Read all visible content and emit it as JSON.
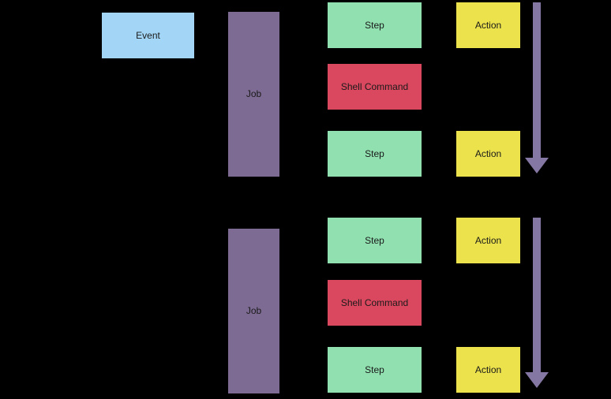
{
  "diagram": {
    "event": {
      "label": "Event"
    },
    "jobs": [
      {
        "label": "Job",
        "steps": [
          {
            "type": "step",
            "label": "Step",
            "action": {
              "label": "Action"
            }
          },
          {
            "type": "shell_command",
            "label": "Shell Command"
          },
          {
            "type": "step",
            "label": "Step",
            "action": {
              "label": "Action"
            }
          }
        ]
      },
      {
        "label": "Job",
        "steps": [
          {
            "type": "step",
            "label": "Step",
            "action": {
              "label": "Action"
            }
          },
          {
            "type": "shell_command",
            "label": "Shell Command"
          },
          {
            "type": "step",
            "label": "Step",
            "action": {
              "label": "Action"
            }
          }
        ]
      }
    ],
    "arrows": {
      "count": 2,
      "direction": "down",
      "icon": "arrow-down-icon"
    },
    "colors": {
      "background": "#000000",
      "event": "#a3d6f6",
      "job": "#7d6b93",
      "step": "#90e0b0",
      "shell_command": "#d9485e",
      "action": "#ece24b",
      "arrow": "#8577a3",
      "text": "#1a1a1a"
    }
  }
}
